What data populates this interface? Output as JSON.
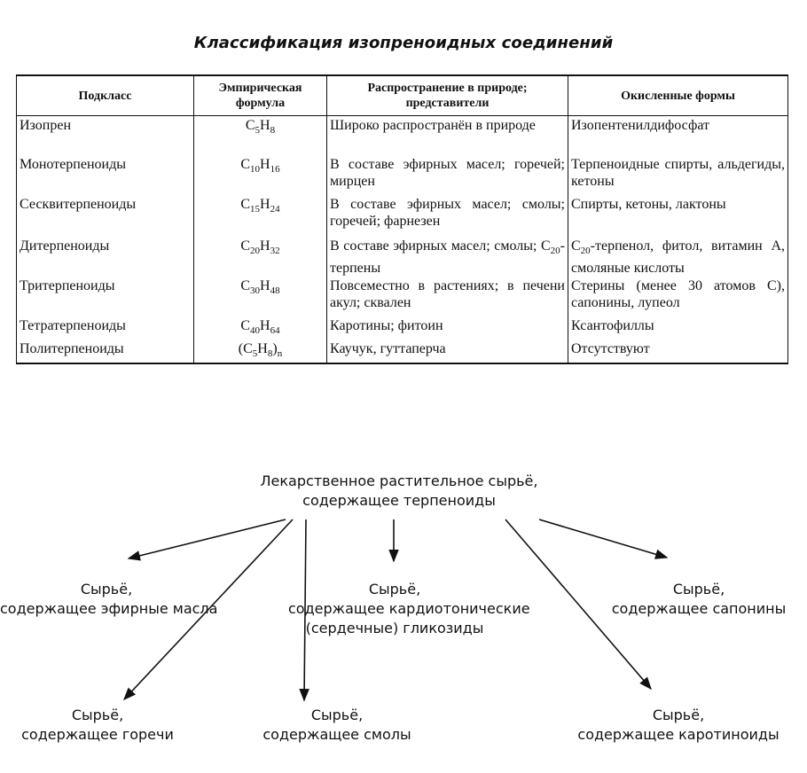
{
  "title": "Классификация изопреноидных соединений",
  "table": {
    "headers": [
      "Подкласс",
      "Эмпирическая формула",
      "Распространение в природе; представители",
      "Окисленные формы"
    ],
    "rows": [
      {
        "subclass": "Изопрен",
        "formula": "C5H8",
        "distribution": "Широко распространён в природе",
        "oxidized": "Изопентенилдифосфат"
      },
      {
        "subclass": "Монотерпеноиды",
        "formula": "C10H16",
        "distribution": "В составе эфирных масел; горечей; мирцен",
        "oxidized": "Терпеноидные спирты, альдегиды, кетоны"
      },
      {
        "subclass": "Сесквитерпеноиды",
        "formula": "C15H24",
        "distribution": "В составе эфирных масел; смолы; горечей; фарнезен",
        "oxidized": "Спирты, кетоны, лактоны"
      },
      {
        "subclass": "Дитерпеноиды",
        "formula": "C20H32",
        "distribution": "В составе эфирных масел; смолы; C20-терпены",
        "oxidized": "C20-терпенол, фитол, витамин А, смоляные кислоты"
      },
      {
        "subclass": "Тритерпеноиды",
        "formula": "C30H48",
        "distribution": "Повсеместно в растениях; в печени акул; сквален",
        "oxidized": "Стерины (менее 30 атомов С), сапонины, лупеол"
      },
      {
        "subclass": "Тетратерпеноиды",
        "formula": "C40H64",
        "distribution": "Каротины; фитоин",
        "oxidized": "Ксантофиллы"
      },
      {
        "subclass": "Политерпеноиды",
        "formula": "(C5H8)n",
        "distribution": "Каучук, гуттаперча",
        "oxidized": "Отсутствуют"
      }
    ]
  },
  "diagram": {
    "root": "Лекарственное растительное сырьё, содержащее терпеноиды",
    "children": {
      "essential_oils": "Сырьё, содержащее эфирные масла",
      "cardiac_glycosides": "Сырьё, содержащее кардиотонические (сердечные) гликозиды",
      "saponins": "Сырьё, содержащее сапонины",
      "bitters": "Сырьё, содержащее горечи",
      "resins": "Сырьё, содержащее смолы",
      "carotenoids": "Сырьё, содержащее каротиноиды"
    }
  }
}
